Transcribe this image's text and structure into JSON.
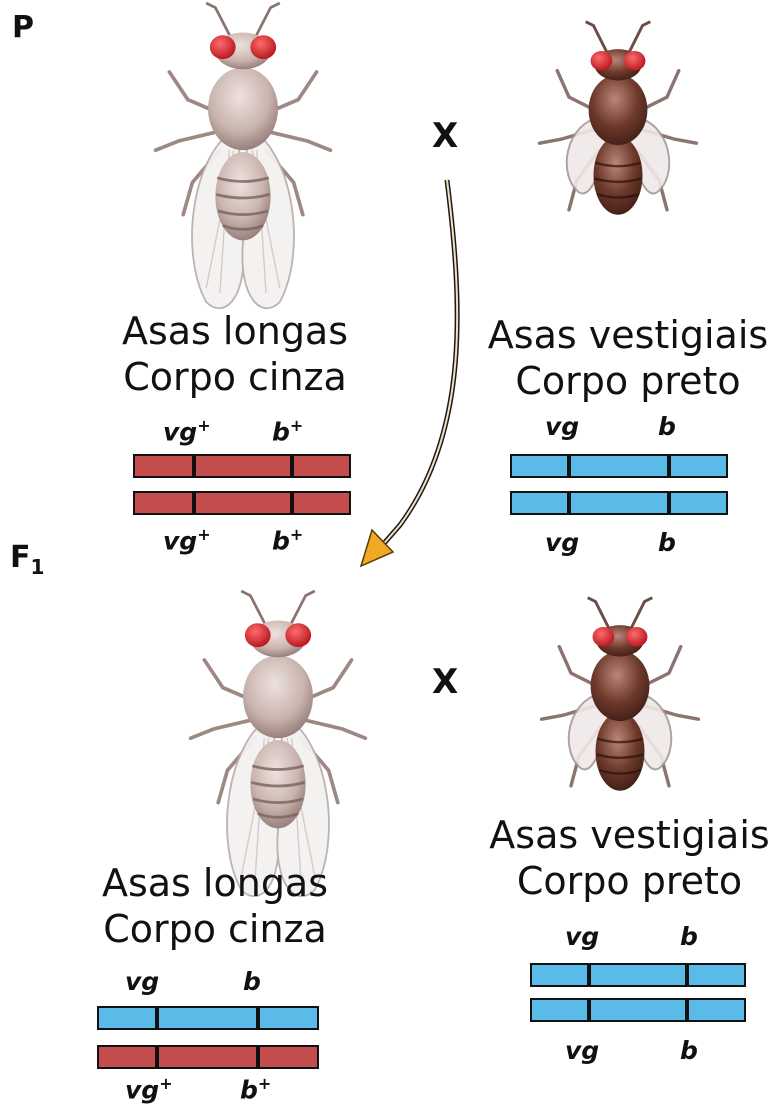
{
  "generations": {
    "parental": "P",
    "f1": "F",
    "f1_sub": "1"
  },
  "cross_symbol": "X",
  "colors": {
    "dominant_chromosome": "#c44e4e",
    "recessive_chromosome": "#5bbbe8",
    "arrow": "#f0a825",
    "eye": "#d9262f",
    "gray_body": "#c9b4ae",
    "black_body": "#6e3a2c"
  },
  "panels": {
    "p_female": {
      "icon": "gray-long-wing-fly-icon",
      "phenotype_line1": "Asas longas",
      "phenotype_line2": "Corpo cinza",
      "top_allele1": "vg",
      "top_allele1_sup": "+",
      "top_allele2": "b",
      "top_allele2_sup": "+",
      "bottom_allele1": "vg",
      "bottom_allele1_sup": "+",
      "bottom_allele2": "b",
      "bottom_allele2_sup": "+"
    },
    "p_male": {
      "icon": "black-vestigial-wing-fly-icon",
      "phenotype_line1": "Asas vestigiais",
      "phenotype_line2": "Corpo preto",
      "top_allele1": "vg",
      "top_allele2": "b",
      "bottom_allele1": "vg",
      "bottom_allele2": "b"
    },
    "f1_fly": {
      "icon": "gray-long-wing-fly-icon",
      "phenotype_line1": "Asas longas",
      "phenotype_line2": "Corpo cinza",
      "top_allele1": "vg",
      "top_allele2": "b",
      "bottom_allele1": "vg",
      "bottom_allele1_sup": "+",
      "bottom_allele2": "b",
      "bottom_allele2_sup": "+"
    },
    "testcross_fly": {
      "icon": "black-vestigial-wing-fly-icon",
      "phenotype_line1": "Asas vestigiais",
      "phenotype_line2": "Corpo preto",
      "top_allele1": "vg",
      "top_allele2": "b",
      "bottom_allele1": "vg",
      "bottom_allele2": "b"
    }
  }
}
